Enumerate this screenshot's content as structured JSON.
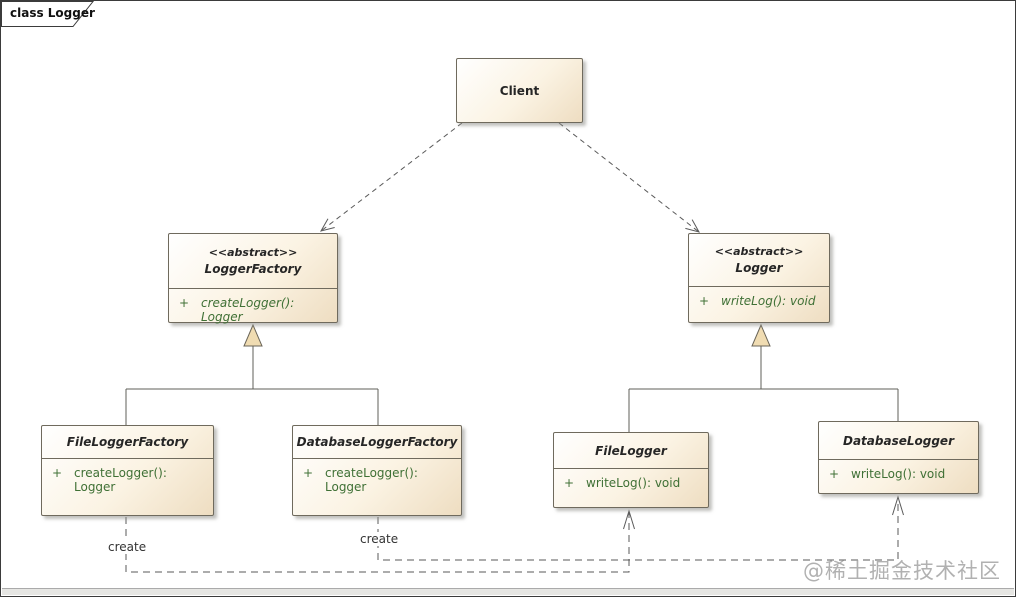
{
  "frame": {
    "tab_label": "class Logger"
  },
  "classes": {
    "client": {
      "name": "Client"
    },
    "loggerFactory": {
      "stereotype": "<<abstract>>",
      "name": "LoggerFactory",
      "method_visibility": "+",
      "method": "createLogger(): Logger"
    },
    "logger": {
      "stereotype": "<<abstract>>",
      "name": "Logger",
      "method_visibility": "+",
      "method": "writeLog(): void"
    },
    "fileLoggerFactory": {
      "name": "FileLoggerFactory",
      "method_visibility": "+",
      "method": "createLogger(): Logger"
    },
    "databaseLoggerFactory": {
      "name": "DatabaseLoggerFactory",
      "method_visibility": "+",
      "method": "createLogger(): Logger"
    },
    "fileLogger": {
      "name": "FileLogger",
      "method_visibility": "+",
      "method": "writeLog(): void"
    },
    "databaseLogger": {
      "name": "DatabaseLogger",
      "method_visibility": "+",
      "method": "writeLog(): void"
    }
  },
  "relationships": [
    {
      "type": "dependency",
      "from": "Client",
      "to": "LoggerFactory",
      "style": "dashed-open-arrow"
    },
    {
      "type": "dependency",
      "from": "Client",
      "to": "Logger",
      "style": "dashed-open-arrow"
    },
    {
      "type": "generalization",
      "parent": "LoggerFactory",
      "children": [
        "FileLoggerFactory",
        "DatabaseLoggerFactory"
      ],
      "style": "solid-hollow-triangle"
    },
    {
      "type": "generalization",
      "parent": "Logger",
      "children": [
        "FileLogger",
        "DatabaseLogger"
      ],
      "style": "solid-hollow-triangle"
    },
    {
      "type": "dependency",
      "from": "FileLoggerFactory",
      "to": "FileLogger",
      "label": "create",
      "style": "dashed-open-arrow"
    },
    {
      "type": "dependency",
      "from": "DatabaseLoggerFactory",
      "to": "DatabaseLogger",
      "label": "create",
      "style": "dashed-open-arrow"
    }
  ],
  "labels": {
    "create_left": "create",
    "create_right": "create"
  },
  "watermark": "@稀土掘金技术社区",
  "colors": {
    "box_fill_start": "#ffffff",
    "box_fill_end": "#eeddc1",
    "box_border": "#6f6a5d",
    "name_text": "#262626",
    "method_text": "#3f7035",
    "connector": "#5a5a5a",
    "triangle_fill": "#f0dcb2",
    "watermark_text": "#a9a9a9"
  }
}
